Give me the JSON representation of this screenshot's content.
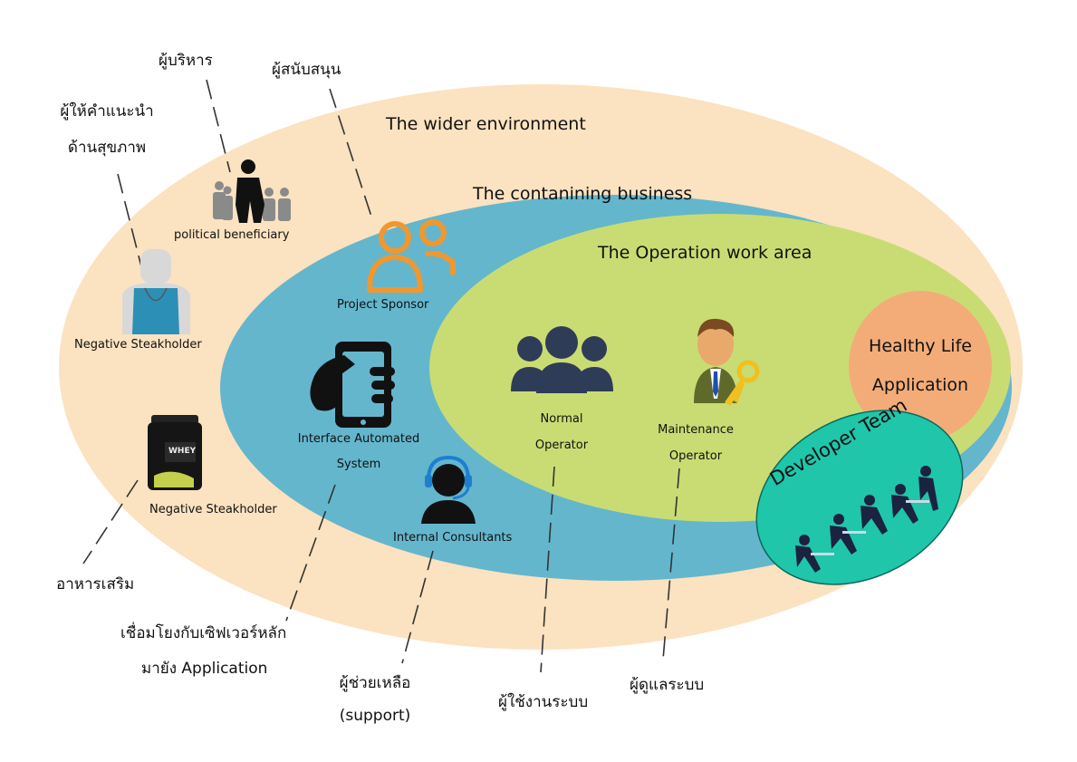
{
  "zones": {
    "wider": "The wider environment",
    "business": "The contanining business",
    "operation": "The Operation work area",
    "app_line1": "Healthy Life",
    "app_line2": "Application",
    "dev_team": "Developer Team"
  },
  "stakeholders": {
    "political": "political beneficiary",
    "negative1": "Negative Steakholder",
    "negative2": "Negative Steakholder",
    "sponsor": "Project Sponsor",
    "interface_line1": "Interface Automated",
    "interface_line2": "System",
    "consultants": "Internal Consultants",
    "normal_line1": "Normal",
    "normal_line2": "Operator",
    "maint_line1": "Maintenance",
    "maint_line2": "Operator"
  },
  "thai_labels": {
    "executive": "ผู้บริหาร",
    "supporter": "ผู้สนับสนุน",
    "health_advisor_line1": "ผู้ให้คำแนะนำ",
    "health_advisor_line2": "ด้านสุขภาพ",
    "supplement": "อาหารเสริม",
    "server_link_line1": "เชื่อมโยงกับเซิฟเวอร์หลัก",
    "server_link_line2": "มายัง Application",
    "helper_line1": "ผู้ช่วยเหลือ",
    "helper_line2": "(support)",
    "user": "ผู้ใช้งานระบบ",
    "admin": "ผู้ดูแลระบบ"
  },
  "colors": {
    "wider": "#fbe2c0",
    "business": "#64b6cd",
    "operation": "#c9dc73",
    "app": "#f3ac78",
    "dev": "#1fc6aa",
    "sponsor_icon": "#f0982f",
    "operator_icon": "#2f3c58"
  }
}
